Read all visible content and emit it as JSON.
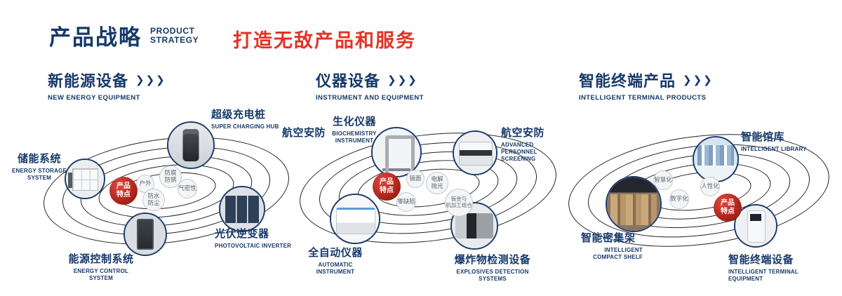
{
  "header": {
    "title": "产品战略",
    "subtitle_line1": "PRODUCT",
    "subtitle_line2": "STRATEGY",
    "slogan": "打造无敌产品和服务"
  },
  "icons": {
    "chevrons": "❯❯❯"
  },
  "colors": {
    "navy": "#17396a",
    "slogan_red": "#e23326",
    "badge_red": "#9e1d12",
    "ring": "#222222"
  },
  "sections": [
    {
      "title": "新能源设备",
      "subtitle": "NEW ENERGY EQUIPMENT",
      "badge": "产品\n特点",
      "features": {
        "outdoor": "户外",
        "anticorrosion": "防腐\n防锈",
        "airtight": "气密性",
        "waterproof": "防水\n防尘"
      },
      "products": {
        "charging": {
          "zh": "超级充电桩",
          "en": "SUPER CHARGING HUB"
        },
        "storage": {
          "zh": "储能系统",
          "en": "ENERGY STORAGE SYSTEM"
        },
        "inverter": {
          "zh": "光伏逆变器",
          "en": "PHOTOVOLTAIC INVERTER"
        },
        "control": {
          "zh": "能源控制系统",
          "en": "ENERGY CONTROL SYSTEM"
        }
      }
    },
    {
      "title": "仪器设备",
      "subtitle": "INSTRUMENT AND EQUIPMENT",
      "badge": "产品\n特点",
      "aviation_label": "航空安防",
      "features": {
        "mirror": "镜面",
        "electropolish": "电解\n抛光",
        "zerodefect": "零缺陷",
        "sheetmetal": "钣金与\n机加工组合"
      },
      "products": {
        "biochem": {
          "zh": "生化仪器",
          "en": "BIOCHEMISTRY INSTRUMENT"
        },
        "screening": {
          "zh": "航空安防",
          "en": "ADVANCED PERSONNEL SCREENING"
        },
        "automatic": {
          "zh": "全自动仪器",
          "en": "AUTOMATIC INSTRUMENT"
        },
        "explosives": {
          "zh": "爆炸物检测设备",
          "en": "EXPLOSIVES DETECTION SYSTEMS"
        }
      }
    },
    {
      "title": "智能终端产品",
      "subtitle": "INTELLIGENT TERMINAL PRODUCTS",
      "badge": "产品\n特点",
      "features": {
        "smart": "智慧化",
        "humanized": "人性化",
        "digital": "数字化"
      },
      "products": {
        "library": {
          "zh": "智能馆库",
          "en": "INTELLIGENT LIBRARY"
        },
        "shelf": {
          "zh": "智能密集架",
          "en": "INTELLIGENT COMPACT SHELF"
        },
        "terminal": {
          "zh": "智能终端设备",
          "en": "INTELLIGENT TERMINAL EQUIPMENT"
        }
      }
    }
  ]
}
